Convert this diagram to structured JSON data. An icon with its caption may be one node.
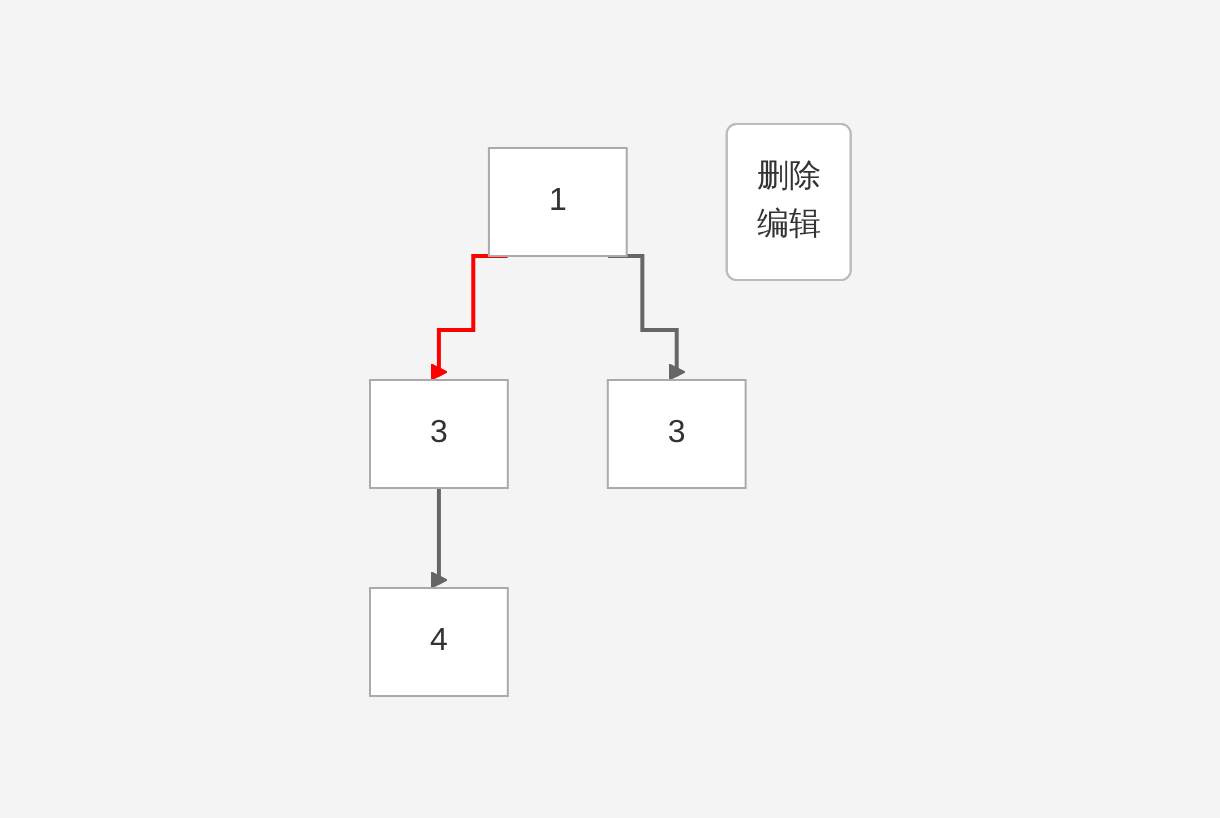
{
  "diagram": {
    "nodes": [
      {
        "text": [
          "1"
        ]
      },
      {
        "text": [
          "删除",
          "编辑"
        ]
      },
      {
        "text": [
          "3"
        ]
      },
      {
        "text": [
          "3"
        ]
      },
      {
        "text": [
          "4"
        ]
      }
    ],
    "edges": [
      {
        "from": 0,
        "to": 2,
        "arrow": "to",
        "color": "#ff0000"
      },
      {
        "from": 0,
        "to": 3,
        "arrow": "to"
      },
      {
        "from": 2,
        "to": 4,
        "arrow": "to"
      }
    ]
  }
}
